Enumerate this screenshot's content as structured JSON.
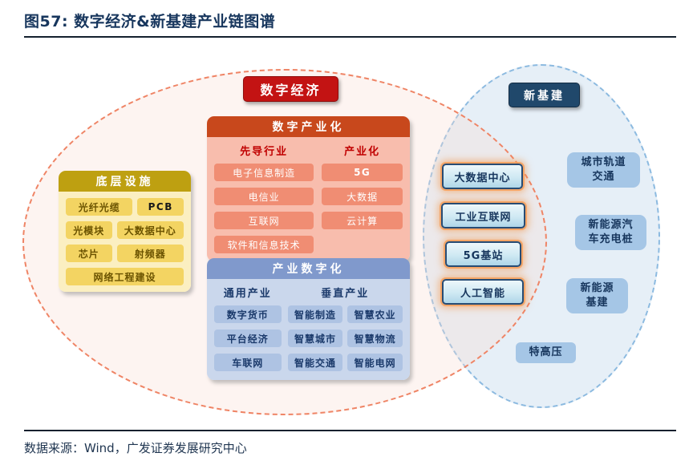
{
  "figure": {
    "title": "图57:  数字经济&新基建产业链图谱",
    "source": "数据来源：Wind，广发证券发展研究中心"
  },
  "colors": {
    "title_navy": "#17365D",
    "digital_economy_red": "#C31313",
    "new_infra_navy": "#20486B",
    "pink_ellipse_border": "#EF8465",
    "blue_ellipse_border": "#8CBAE0",
    "base_header_gold": "#BEA011",
    "digi_header_orange": "#C8481C",
    "indig_header_blue": "#8099CC",
    "overlap_glow_orange": "#F3A05C"
  },
  "venn": {
    "digital_economy_label": "数字经济",
    "new_infrastructure_label": "新基建"
  },
  "panels": {
    "base": {
      "title": "底层设施",
      "items": [
        "光纤光缆",
        "PCB",
        "光模块",
        "大数据中心",
        "芯片",
        "射频器",
        "网络工程建设"
      ]
    },
    "digital_industrialization": {
      "title": "数字产业化",
      "columns": [
        {
          "header": "先导行业",
          "items": [
            "电子信息制造",
            "电信业",
            "互联网",
            "软件和信息技术"
          ]
        },
        {
          "header": "产业化",
          "items": [
            "5G",
            "大数据",
            "云计算"
          ]
        }
      ]
    },
    "industry_digitalization": {
      "title": "产业数字化",
      "columns": [
        {
          "header": "通用产业",
          "items": [
            "数字货币",
            "平台经济",
            "车联网"
          ]
        },
        {
          "header": "垂直产业",
          "items": [
            "智能制造",
            "智慧农业",
            "智慧城市",
            "智慧物流",
            "智能交通",
            "智能电网"
          ]
        }
      ]
    }
  },
  "overlap_items": [
    "大数据中心",
    "工业互联网",
    "5G基站",
    "人工智能"
  ],
  "new_infra_items": [
    "城市轨道\n交通",
    "新能源汽\n车充电桩",
    "新能源\n基建",
    "特高压"
  ]
}
